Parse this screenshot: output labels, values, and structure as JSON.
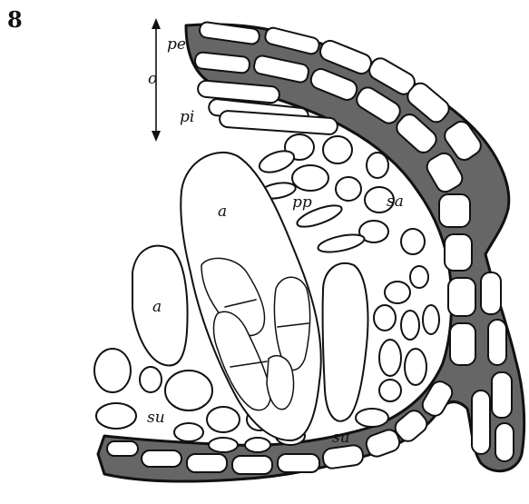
{
  "figure": {
    "number": "8",
    "labels": {
      "pe": "pe",
      "o": "o",
      "pi": "pi",
      "pp": "pp",
      "sa": "sa",
      "a_upper": "a",
      "a_lower": "a",
      "su_left": "su",
      "su_right": "su"
    }
  }
}
